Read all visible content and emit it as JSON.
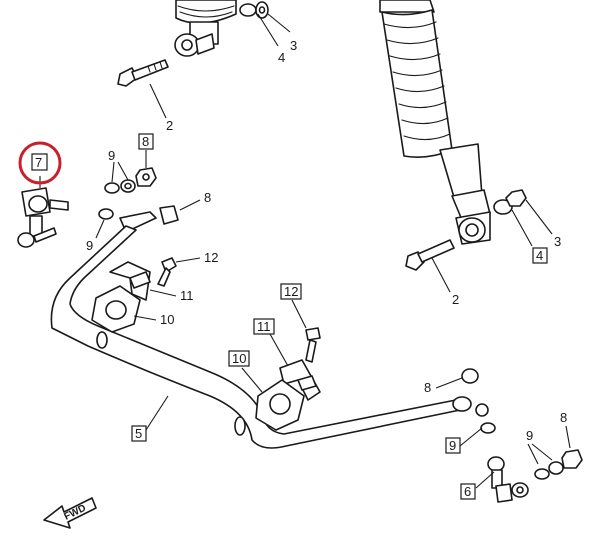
{
  "diagram": {
    "highlight_color": "#c8202a",
    "line_color": "#1a1a1a",
    "callouts": {
      "shock_left_3": "3",
      "shock_left_4": "4",
      "shock_left_bolt_2": "2",
      "shock_right_bolt_2": "2",
      "shock_right_3": "3",
      "shock_right_4": "4",
      "link_left_7": "7",
      "link_left_8_top": "8",
      "link_left_8_side": "8",
      "link_left_9_top": "9",
      "link_left_9_bottom": "9",
      "clamp_left_12": "12",
      "clamp_left_11": "11",
      "bush_left_10": "10",
      "clamp_right_12": "12",
      "clamp_right_11": "11",
      "bush_right_10": "10",
      "stabilizer_5": "5",
      "link_right_8_left": "8",
      "link_right_9_left": "9",
      "link_right_6": "6",
      "link_right_9_right": "9",
      "link_right_8_right": "8"
    },
    "fwd_label": "FWD"
  }
}
